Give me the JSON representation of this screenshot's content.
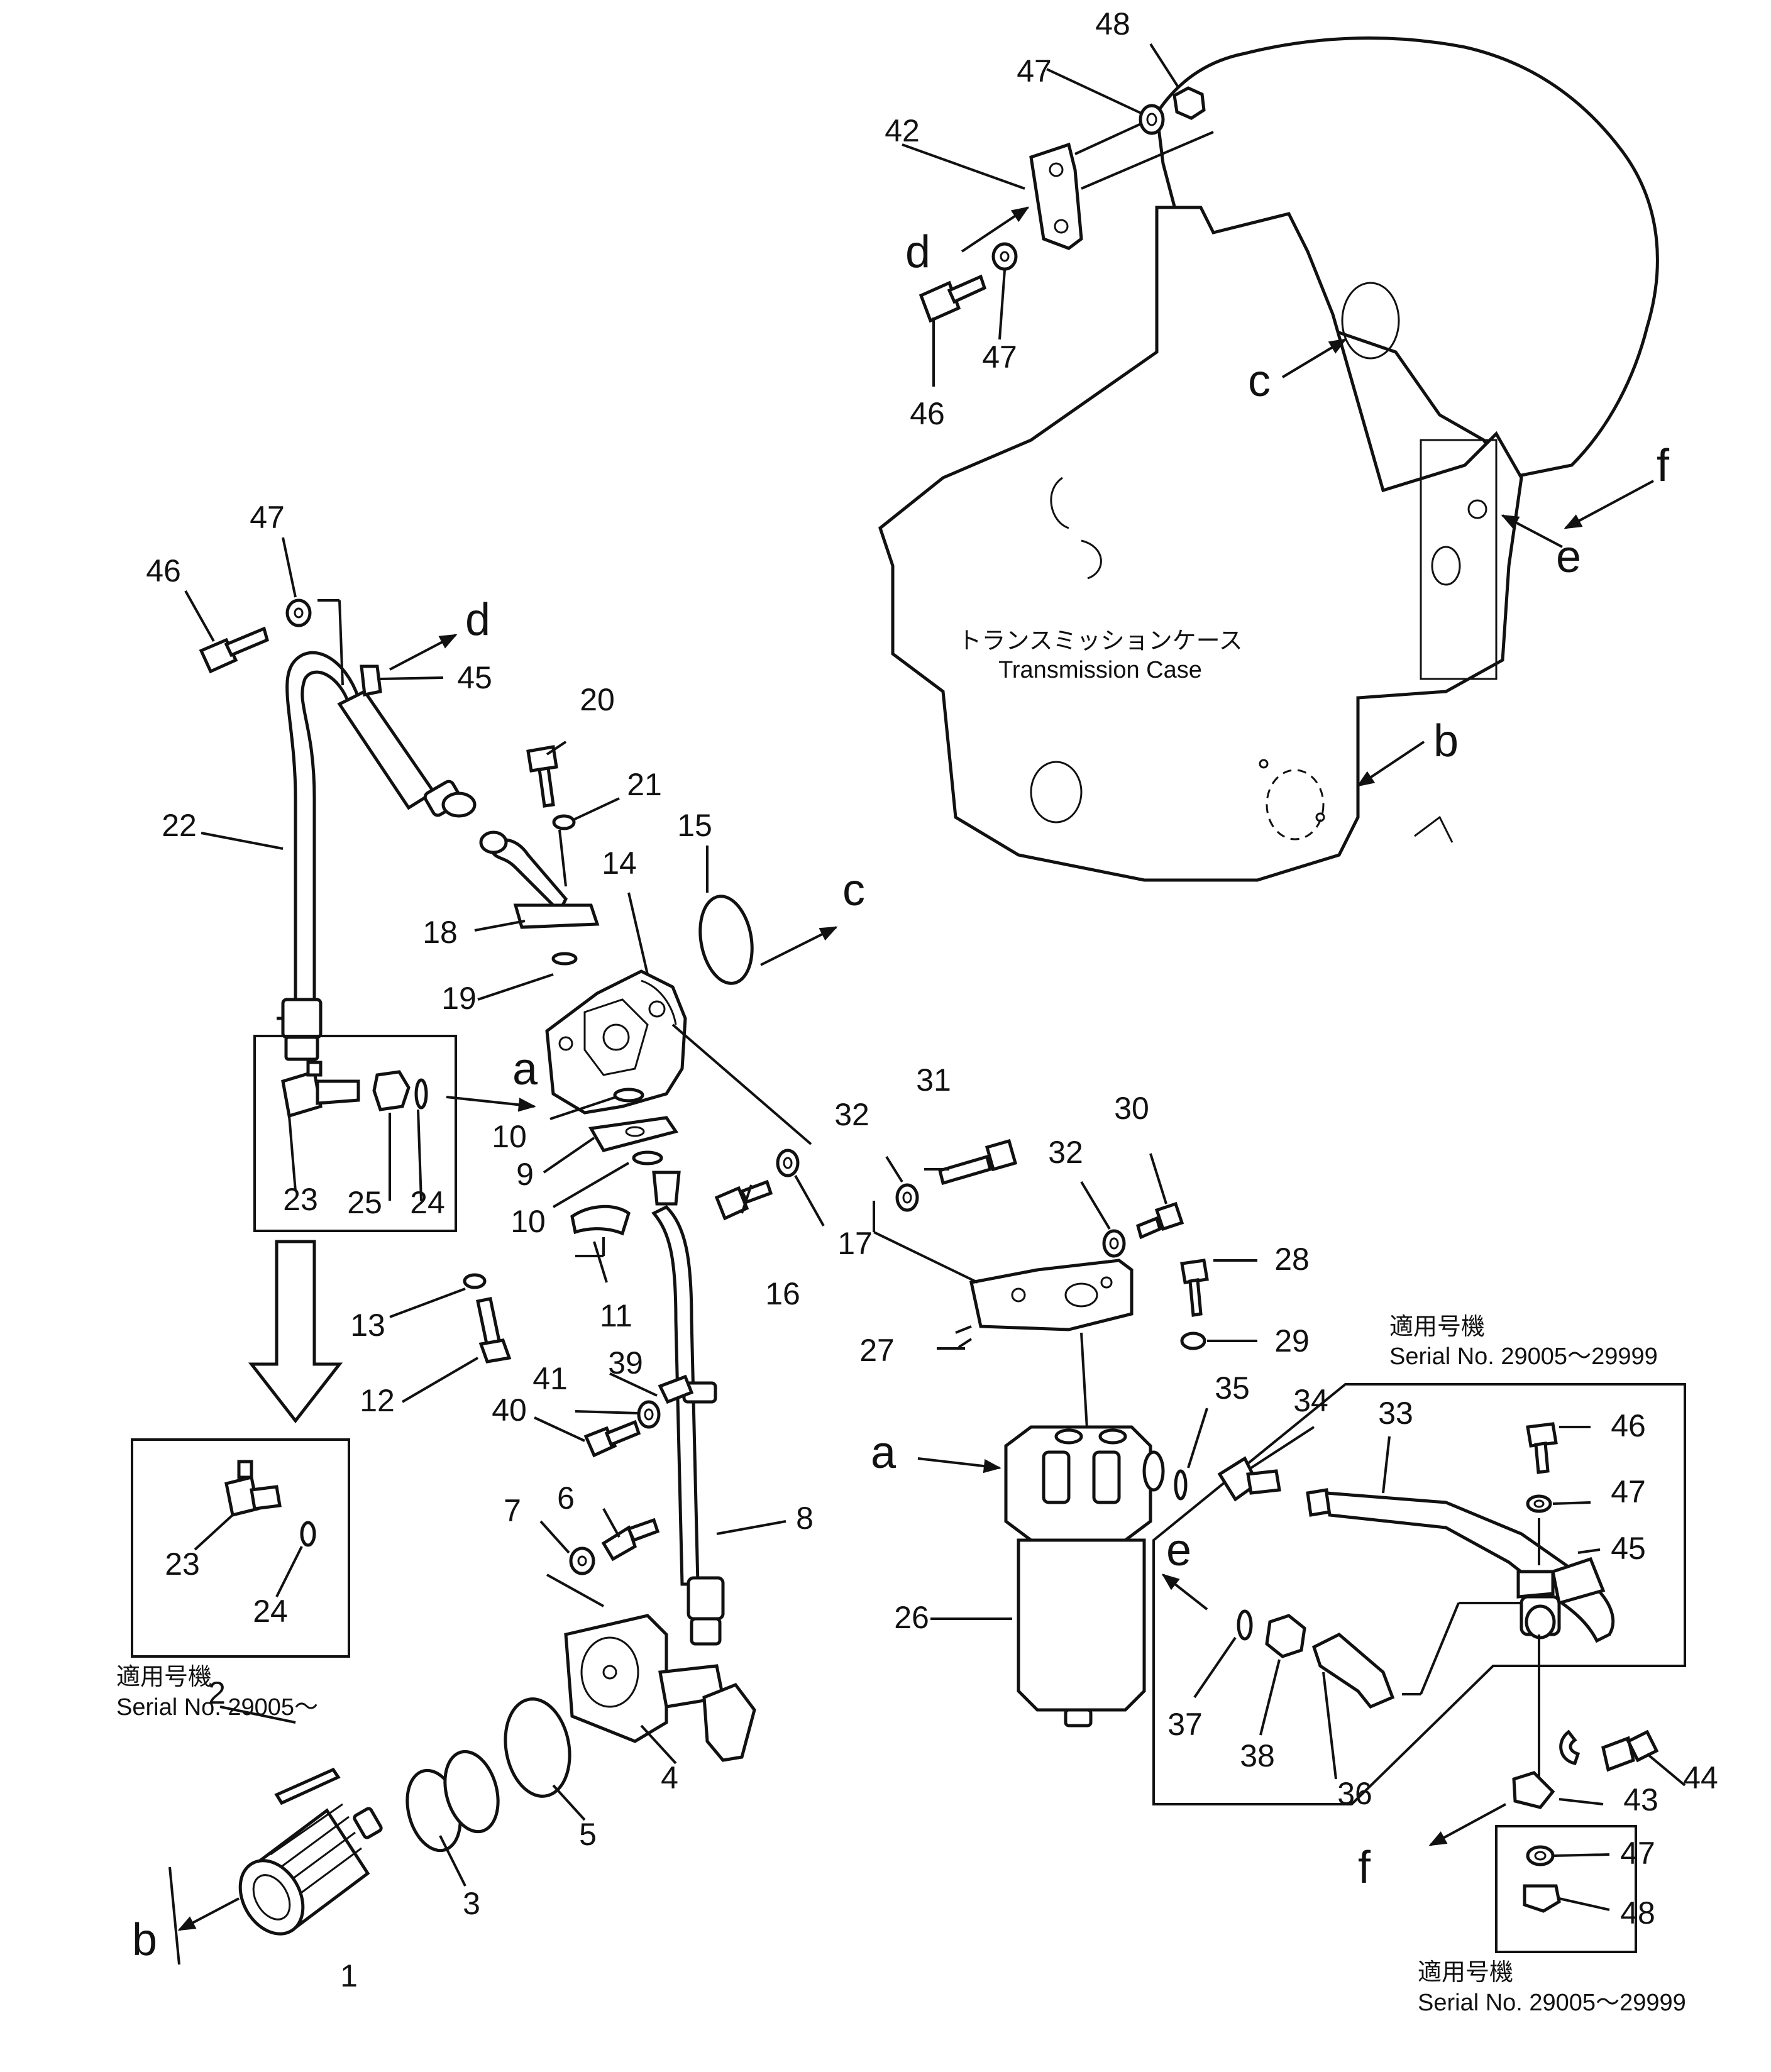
{
  "case_label": {
    "jp": "トランスミッションケース",
    "en": "Transmission Case"
  },
  "serial_notes": {
    "upper_right": {
      "jp": "適用号機",
      "en": "Serial No. 29005～29999"
    },
    "lower_right": {
      "jp": "適用号機",
      "en": "Serial No. 29005～29999"
    },
    "lower_left": {
      "jp": "適用号機",
      "en": "Serial No. 29005～"
    }
  },
  "letter_refs": {
    "a_left": "a",
    "a_right": "a",
    "b_case": "b",
    "b_bottom": "b",
    "c_pump": "c",
    "c_case": "c",
    "d_hose": "d",
    "d_bracket": "d",
    "e_case": "e",
    "e_right": "e",
    "f_case": "f",
    "f_bottom": "f"
  },
  "part_numbers": {
    "p1": "1",
    "p2": "2",
    "p3": "3",
    "p4": "4",
    "p5": "5",
    "p6": "6",
    "p7": "7",
    "p8": "8",
    "p9": "9",
    "p10a": "10",
    "p10b": "10",
    "p11": "11",
    "p12": "12",
    "p13": "13",
    "p14": "14",
    "p15": "15",
    "p16": "16",
    "p17": "17",
    "p18": "18",
    "p19": "19",
    "p20": "20",
    "p21": "21",
    "p22": "22",
    "p23a": "23",
    "p23b": "23",
    "p24a": "24",
    "p24b": "24",
    "p25": "25",
    "p26": "26",
    "p27": "27",
    "p28": "28",
    "p29": "29",
    "p30": "30",
    "p31": "31",
    "p32a": "32",
    "p32b": "32",
    "p33": "33",
    "p34": "34",
    "p35": "35",
    "p36": "36",
    "p37": "37",
    "p38": "38",
    "p39": "39",
    "p40": "40",
    "p41": "41",
    "p42": "42",
    "p43": "43",
    "p44": "44",
    "p45a": "45",
    "p45b": "45",
    "p46a": "46",
    "p46b": "46",
    "p46c": "46",
    "p47a": "47",
    "p47b": "47",
    "p47c": "47",
    "p47d": "47",
    "p47e": "47",
    "p48a": "48",
    "p48b": "48"
  }
}
